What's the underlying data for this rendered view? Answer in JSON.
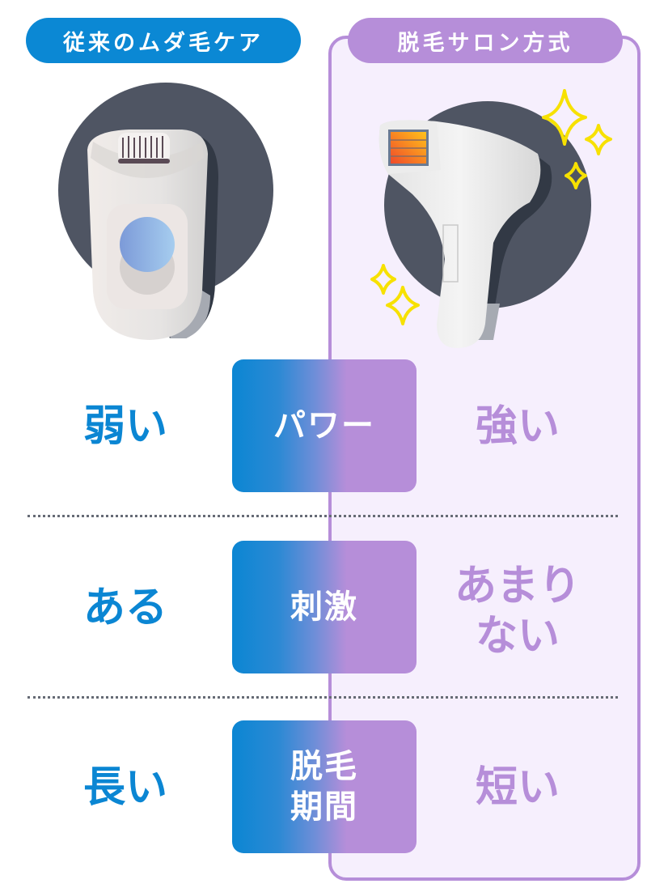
{
  "header": {
    "left_tag": "従来のムダ毛ケア",
    "right_tag": "脱毛サロン方式"
  },
  "illustrations": {
    "left": "epilator-device-icon",
    "right": "ipl-hair-removal-device-icon"
  },
  "colors": {
    "blue": "#0b86d3",
    "purple": "#b68ed9",
    "panel_bg": "#f6effd",
    "dark_circle": "#4f5563",
    "sparkle": "#f7e100"
  },
  "rows": [
    {
      "label": "パワー",
      "left": "弱い",
      "right": "強い"
    },
    {
      "label": "刺激",
      "left": "ある",
      "right": "あまり\nない"
    },
    {
      "label": "脱毛\n期間",
      "left": "長い",
      "right": "短い"
    }
  ]
}
